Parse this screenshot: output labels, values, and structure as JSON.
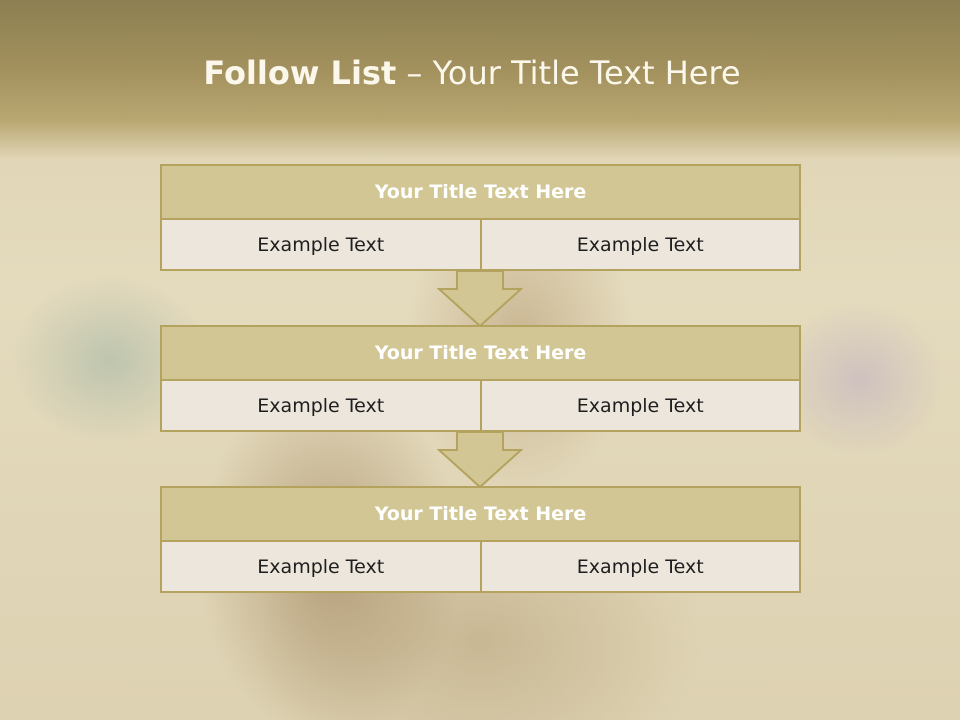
{
  "slide": {
    "title_bold": "Follow List",
    "title_rest": " – Your Title Text Here"
  },
  "blocks": [
    {
      "title": "Your Title Text Here",
      "cells": [
        "Example Text",
        "Example Text"
      ]
    },
    {
      "title": "Your Title Text Here",
      "cells": [
        "Example Text",
        "Example Text"
      ]
    },
    {
      "title": "Your Title Text Here",
      "cells": [
        "Example Text",
        "Example Text"
      ]
    }
  ],
  "colors": {
    "accent": "#d1c694",
    "border": "#b3a35e",
    "header": "#a3925e",
    "cell_bg": "#ece6dc"
  }
}
